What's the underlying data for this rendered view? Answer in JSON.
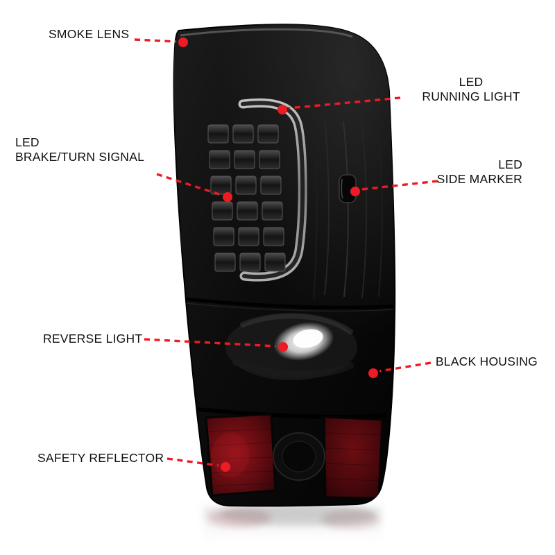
{
  "diagram_title": "Tail light features callout diagram",
  "colors": {
    "accent_red": "#ec1b24",
    "background": "#ffffff",
    "housing_black": "#0a0a0a",
    "reflector_red": "#6b0e13",
    "label_text": "#101010"
  },
  "callouts": {
    "smoke_lens": {
      "lines": [
        "SMOKE LENS"
      ]
    },
    "led_running_light": {
      "lines": [
        "LED",
        "RUNNING LIGHT"
      ]
    },
    "led_brake_turn_signal": {
      "lines": [
        "LED",
        "BRAKE/TURN SIGNAL"
      ]
    },
    "led_side_marker": {
      "lines": [
        "LED",
        "SIDE MARKER"
      ]
    },
    "reverse_light": {
      "lines": [
        "REVERSE LIGHT"
      ]
    },
    "black_housing": {
      "lines": [
        "BLACK HOUSING"
      ]
    },
    "safety_reflector": {
      "lines": [
        "SAFETY REFLECTOR"
      ]
    }
  }
}
